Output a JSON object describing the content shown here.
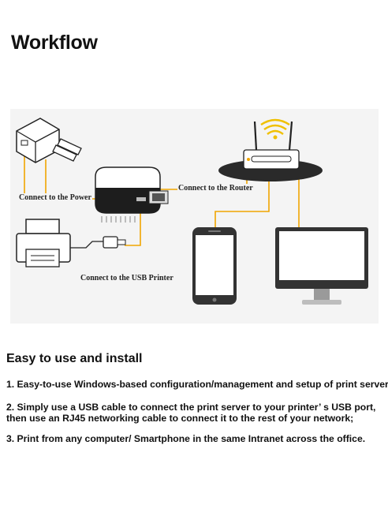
{
  "title": "Workflow",
  "diagram": {
    "labels": {
      "power": "Connect to  the Power",
      "router": "Connect to the Router",
      "usb_printer": "Connect to the USB Printer"
    },
    "colors": {
      "connector": "#f0a500",
      "background": "#f4f4f4",
      "device_dark": "#2a2a2a"
    }
  },
  "install": {
    "heading": "Easy to use and install",
    "steps": [
      "1. Easy-to-use Windows-based configuration/management and setup of print server;",
      "2. Simply use a USB cable to connect the print server to your printer’ s USB port,",
      "then use an RJ45 networking cable to connect it to the rest of your network;",
      "3. Print from any computer/ Smartphone in the same Intranet across the office."
    ]
  }
}
